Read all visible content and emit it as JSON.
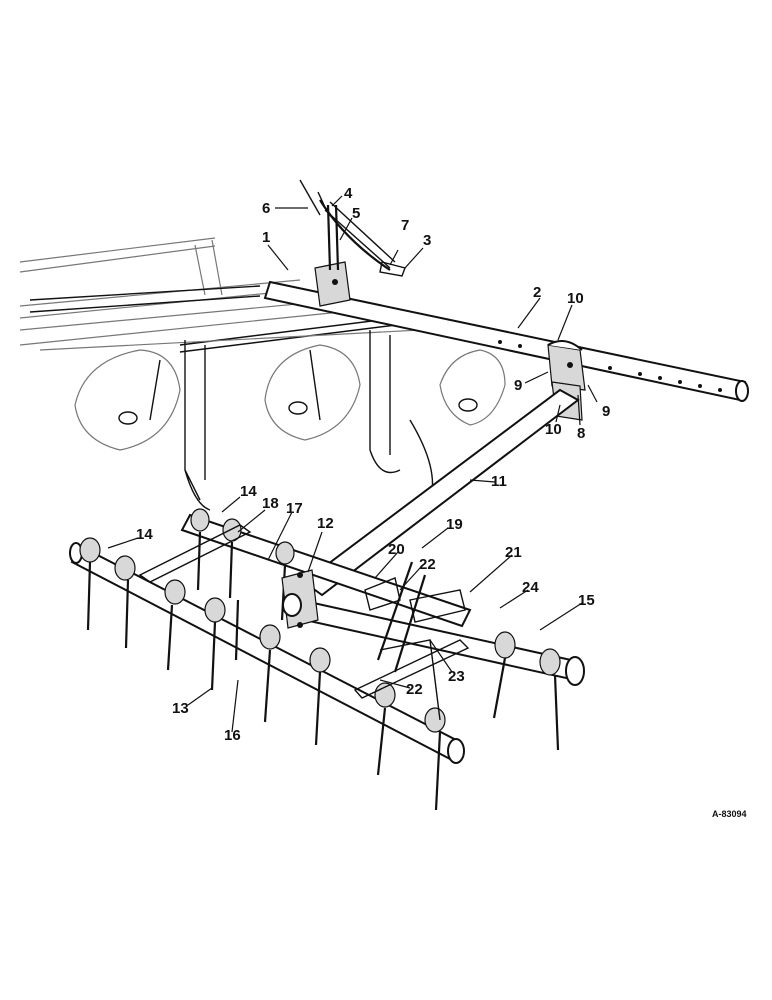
{
  "callouts": {
    "c1": "1",
    "c2": "2",
    "c3": "3",
    "c4": "4",
    "c5": "5",
    "c6": "6",
    "c7": "7",
    "c8": "8",
    "c9a": "9",
    "c9b": "9",
    "c10a": "10",
    "c10b": "10",
    "c11": "11",
    "c12": "12",
    "c13": "13",
    "c14a": "14",
    "c14b": "14",
    "c15": "15",
    "c16": "16",
    "c17": "17",
    "c18": "18",
    "c19": "19",
    "c20": "20",
    "c21": "21",
    "c22a": "22",
    "c22b": "22",
    "c23": "23",
    "c24": "24"
  },
  "reference": "A-83094"
}
